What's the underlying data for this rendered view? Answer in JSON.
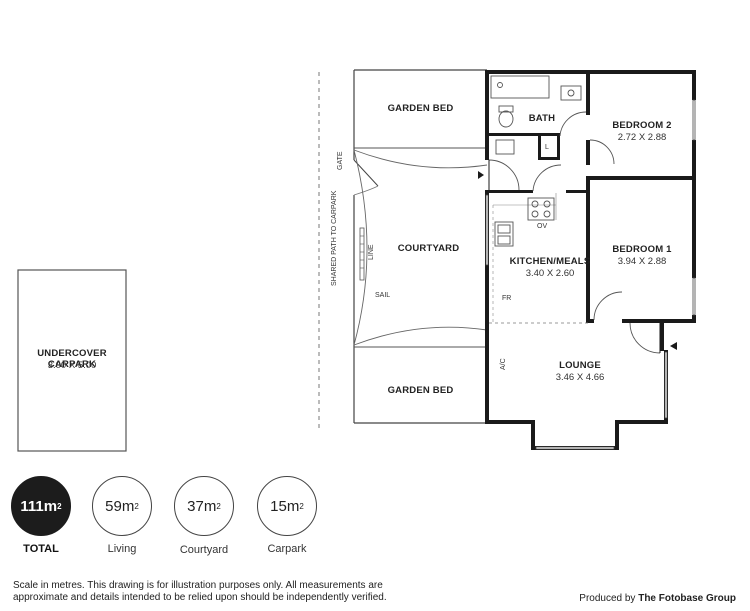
{
  "rooms": {
    "garden_bed_top": {
      "title": "GARDEN BED"
    },
    "garden_bed_bottom": {
      "title": "GARDEN BED"
    },
    "courtyard": {
      "title": "COURTYARD"
    },
    "bath": {
      "title": "BATH"
    },
    "bedroom2": {
      "title": "BEDROOM 2",
      "dims": "2.72 X 2.88"
    },
    "bedroom1": {
      "title": "BEDROOM 1",
      "dims": "3.94 X 2.88"
    },
    "kitchen": {
      "title": "KITCHEN/MEALS",
      "dims": "3.40 X 2.60"
    },
    "lounge": {
      "title": "LOUNGE",
      "dims": "3.46 X 4.66"
    },
    "carpark": {
      "title": "UNDERCOVER CARPARK",
      "dims": "3.00 X 5.00"
    }
  },
  "annotations": {
    "gate": "GATE",
    "shared_path": "SHARED PATH TO CARPARK",
    "line": "LINE",
    "sail": "SAIL",
    "laundry": "L",
    "oven": "OV",
    "fridge": "FR",
    "aircon": "A/C"
  },
  "areas": [
    {
      "value": "111m",
      "unit": "2",
      "label": "TOTAL",
      "highlight": true
    },
    {
      "value": "59m",
      "unit": "2",
      "label": "Living",
      "highlight": false
    },
    {
      "value": "37m",
      "unit": "2",
      "label": "Courtyard",
      "highlight": false
    },
    {
      "value": "15m",
      "unit": "2",
      "label": "Carpark",
      "highlight": false
    }
  ],
  "footer": {
    "disclaimer": "Scale in metres. This drawing is for illustration purposes only. All measurements are approximate and details intended to be relied upon should be independently verified.",
    "producer_prefix": "Produced by ",
    "producer_name": "The Fotobase Group"
  },
  "colors": {
    "wall": "#1a1a1a",
    "accent_dark": "#1c1c1c"
  }
}
